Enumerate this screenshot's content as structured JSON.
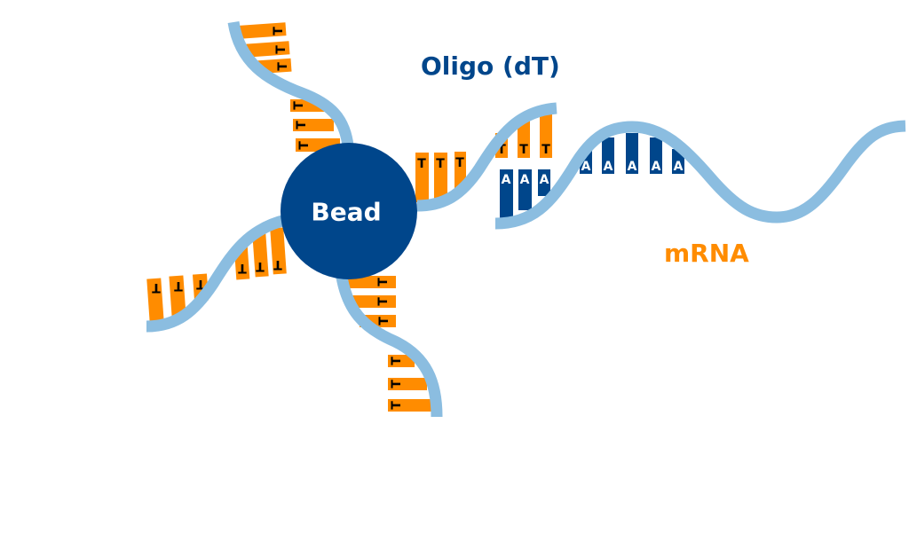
{
  "labels": {
    "bead": "Bead",
    "oligo": "Oligo (dT)",
    "mrna": "mRNA"
  },
  "colors": {
    "bead": "#00468b",
    "strand": "#8bbde0",
    "thymine_bar": "#ff8c00",
    "adenine_bar": "#00468b",
    "oligo_label": "#00468b",
    "mrna_label": "#ff8c00"
  },
  "bases": {
    "oligo": "T",
    "mrna": "A"
  },
  "oligo_strands": [
    {
      "name": "oligo-strand-top",
      "base_count": 6
    },
    {
      "name": "oligo-strand-left",
      "base_count": 6
    },
    {
      "name": "oligo-strand-bottom",
      "base_count": 6
    },
    {
      "name": "oligo-strand-right",
      "base_count": 6
    }
  ],
  "mrna_polyA_count": 8
}
